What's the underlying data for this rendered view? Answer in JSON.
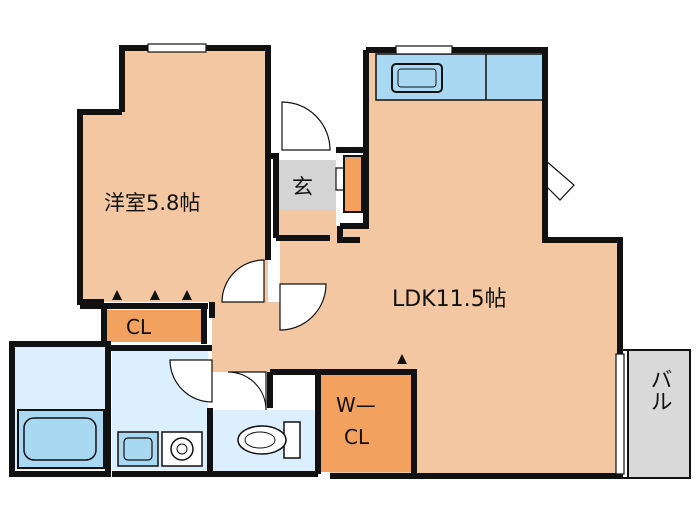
{
  "rooms": {
    "western_room": "洋室5.8帖",
    "entrance": "玄",
    "ldk": "LDK11.5帖",
    "closet": "CL",
    "walk_in_closet_line1": "W—",
    "walk_in_closet_line2": "CL",
    "balcony": "バル"
  },
  "colors": {
    "floor": "#f2c7a1",
    "closet": "#f2a15e",
    "wet_area": "#dcefff",
    "fixture_blue": "#a9d8f2",
    "entrance_floor": "#d4d4d4",
    "balcony": "#d9d9d9",
    "wall": "#111111"
  }
}
